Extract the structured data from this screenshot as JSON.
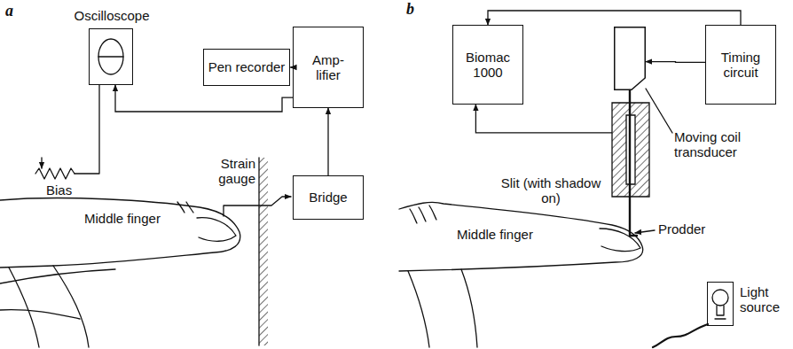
{
  "diagram": {
    "nodes": [
      {
        "text": [
          "Oscilloscope"
        ]
      },
      {
        "text": [
          "Pen recorder"
        ]
      },
      {
        "text": [
          "Amp- lifier"
        ]
      },
      {
        "text": [
          "Bridge"
        ]
      },
      {
        "text": [
          "Biomac 1000"
        ]
      },
      {
        "text": [
          "Timing circuit"
        ]
      },
      {
        "text": [
          "Moving coil transducer"
        ]
      },
      {
        "text": [
          "Slit (with shadow on)"
        ]
      },
      {
        "text": [
          "Light source"
        ]
      }
    ],
    "edges": [
      {
        "from": 3,
        "to": 2,
        "arrow": "to"
      },
      {
        "from": 2,
        "to": 1,
        "arrow": "to"
      },
      {
        "from": 2,
        "to": 0,
        "arrow": "to"
      },
      {
        "from": 5,
        "to": 6,
        "arrow": "to"
      },
      {
        "from": 5,
        "to": 4,
        "arrow": "to"
      },
      {
        "from": 7,
        "to": 4,
        "arrow": "to"
      }
    ],
    "labels": [
      "a",
      "b",
      "Bias",
      "Strain gauge",
      "Middle finger",
      "Middle finger",
      "Prodder"
    ]
  }
}
